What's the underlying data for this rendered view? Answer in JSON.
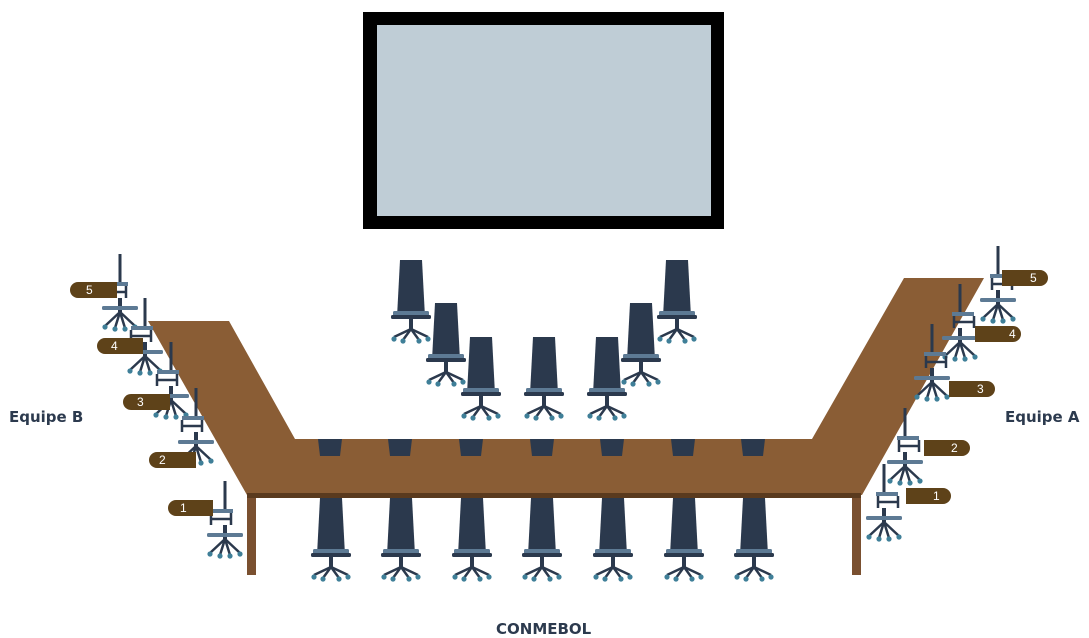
{
  "labels": {
    "team_left": "Equipe B",
    "team_right": "Equipe A",
    "bottom": "CONMEBOL"
  },
  "seat_numbers": {
    "left": [
      "1",
      "2",
      "3",
      "4",
      "5"
    ],
    "right": [
      "1",
      "2",
      "3",
      "4",
      "5"
    ]
  },
  "colors": {
    "table_top": "#8a5d35",
    "table_edge": "#5a3a1e",
    "table_leg": "#7a5030",
    "chair": "#2b394d",
    "chair_seat": "#5d7a94",
    "caster": "#3f7f98",
    "screen_frame": "#000000",
    "screen_panel": "#bfcdd6",
    "tag": "#5e4219"
  }
}
